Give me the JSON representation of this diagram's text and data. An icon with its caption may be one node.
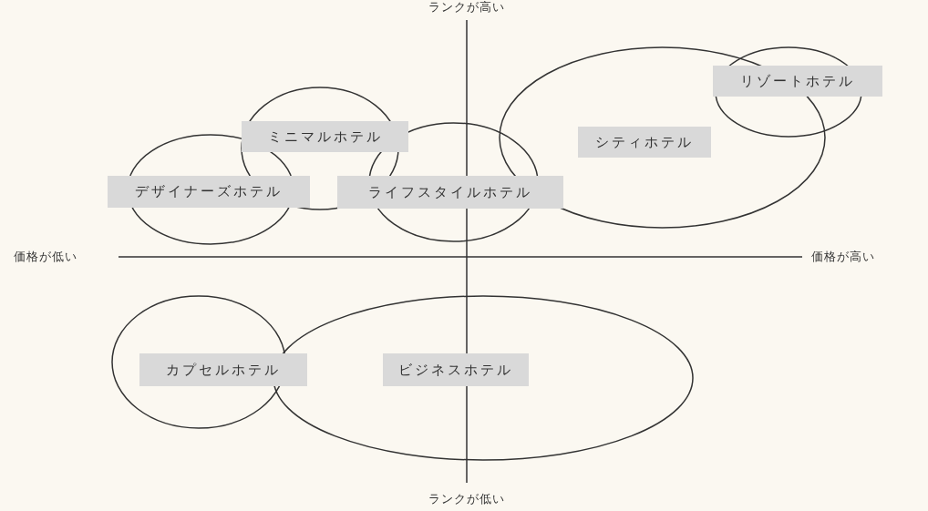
{
  "diagram": {
    "nodes": [
      {
        "text": [
          "リゾートホテル"
        ]
      },
      {
        "text": [
          "ミニマルホテル"
        ]
      },
      {
        "text": [
          "シティホテル"
        ]
      },
      {
        "text": [
          "デザイナーズホテル"
        ]
      },
      {
        "text": [
          "ライフスタイルホテル"
        ]
      },
      {
        "text": [
          "カプセルホテル"
        ]
      },
      {
        "text": [
          "ビジネスホテル"
        ]
      }
    ],
    "edges": [],
    "labels": [
      "ランクが高い",
      "価格が低い",
      "価格が高い",
      "ランクが低い"
    ]
  }
}
